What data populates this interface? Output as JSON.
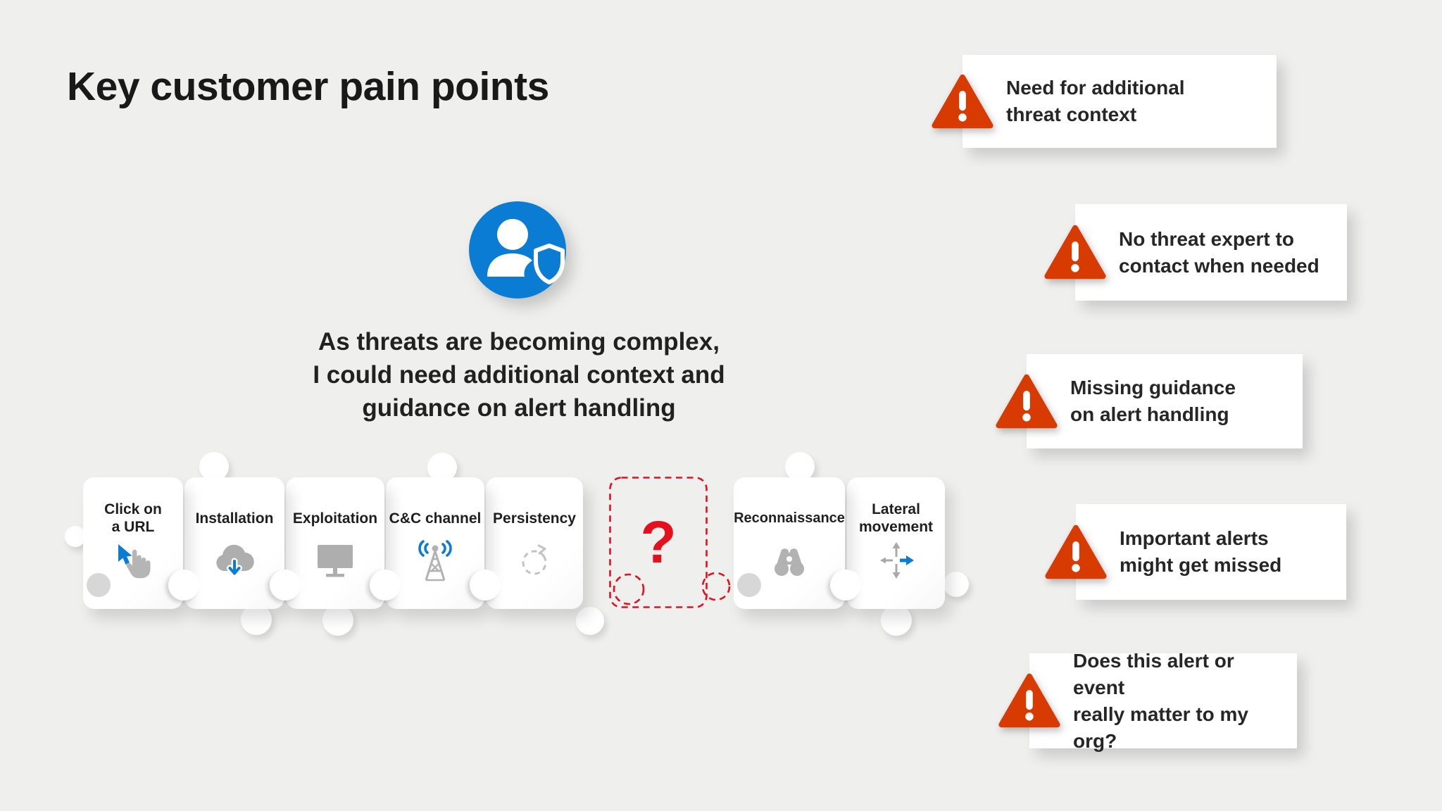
{
  "slide": {
    "title": "Key customer pain points"
  },
  "colors": {
    "background": "#EFEFEE",
    "accent_blue": "#0078D4",
    "alert_triangle_red": "#D83B01",
    "missing_piece_red": "#E4101E",
    "icon_gray": "#AFAFAF",
    "text_dark": "#1F1F1F"
  },
  "persona": {
    "icon": "user-shield-icon",
    "quote_line1": "As threats are becoming complex,",
    "quote_line2": "I could need additional context and",
    "quote_line3": "guidance on alert handling"
  },
  "attack_chain": {
    "steps": [
      {
        "line1": "Click on",
        "line2": "a URL",
        "icon": "cursor-hand-icon"
      },
      {
        "line1": "Installation",
        "line2": "",
        "icon": "cloud-download-icon"
      },
      {
        "line1": "Exploitation",
        "line2": "",
        "icon": "monitor-icon"
      },
      {
        "line1": "C&C channel",
        "line2": "",
        "icon": "radio-tower-icon"
      },
      {
        "line1": "Persistency",
        "line2": "",
        "icon": "refresh-dashed-icon"
      },
      {
        "mark": "?",
        "missing": true,
        "icon": "question-mark"
      },
      {
        "line1": "Reconnaissance",
        "line2": "",
        "icon": "binoculars-icon"
      },
      {
        "line1": "Lateral",
        "line2": "movement",
        "icon": "move-arrows-icon"
      }
    ]
  },
  "pain_points": [
    {
      "line1": "Need for additional",
      "line2": "threat context"
    },
    {
      "line1": "No threat expert to",
      "line2": "contact when needed"
    },
    {
      "line1": "Missing guidance",
      "line2": "on alert handling"
    },
    {
      "line1": "Important alerts",
      "line2": "might get missed"
    },
    {
      "line1": "Does this alert or event",
      "line2": "really matter to my org?"
    }
  ]
}
